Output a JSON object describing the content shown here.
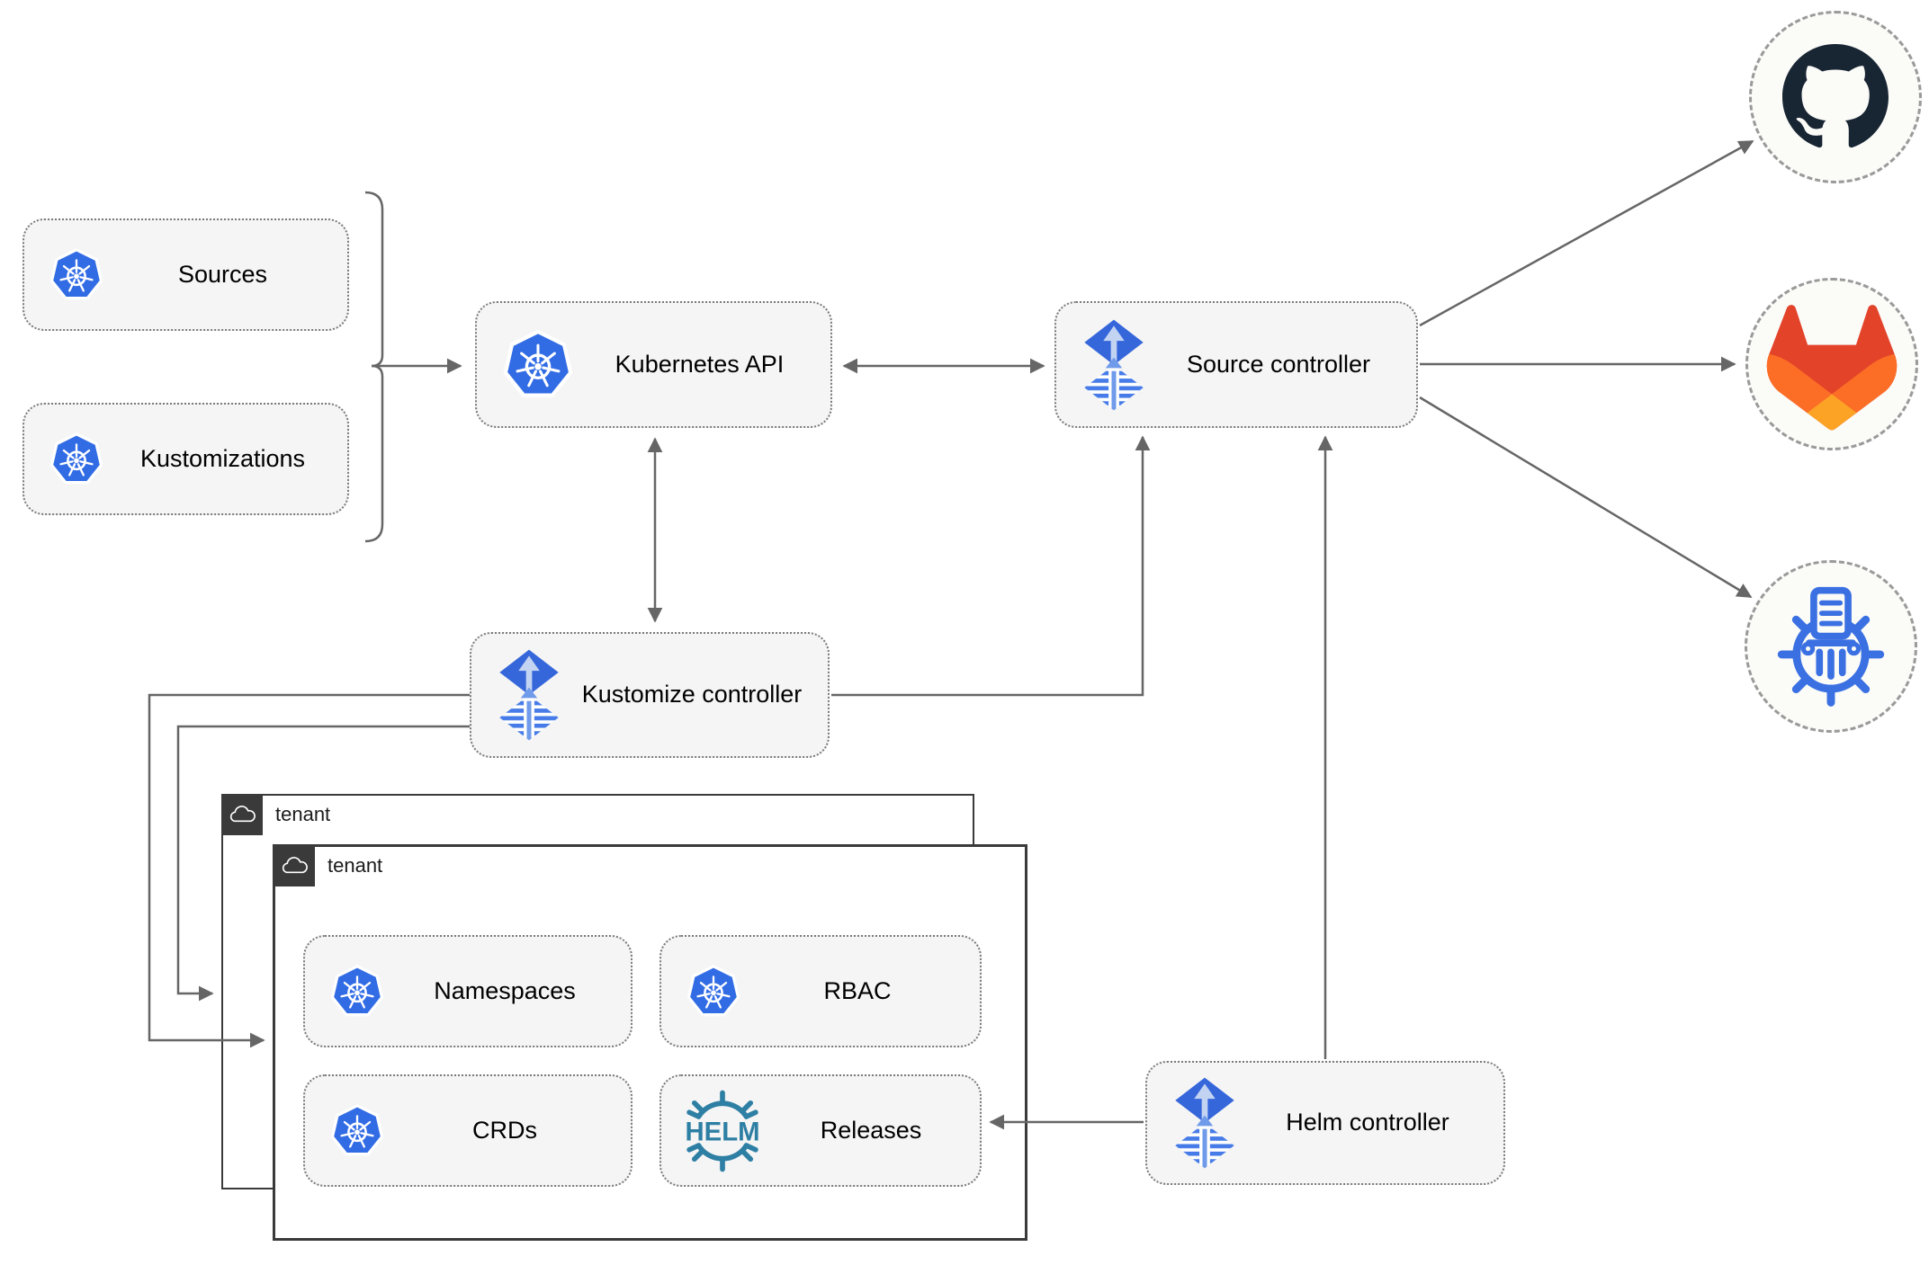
{
  "nodes": {
    "sources": {
      "label": "Sources"
    },
    "kustomizations": {
      "label": "Kustomizations"
    },
    "kubernetes_api": {
      "label": "Kubernetes API"
    },
    "source_controller": {
      "label": "Source controller"
    },
    "kustomize_controller": {
      "label": "Kustomize controller"
    },
    "helm_controller": {
      "label": "Helm controller"
    },
    "tenant_back": {
      "label": "tenant"
    },
    "tenant_front": {
      "label": "tenant"
    },
    "namespaces": {
      "label": "Namespaces"
    },
    "rbac": {
      "label": "RBAC"
    },
    "crds": {
      "label": "CRDs"
    },
    "releases": {
      "label": "Releases"
    }
  },
  "icons": {
    "helm_wordmark": "HELM",
    "kubernetes": "kubernetes-wheel-icon",
    "flux": "flux-gitops-icon",
    "helm": "helm-wheel-icon",
    "github": "github-octocat-icon",
    "gitlab": "gitlab-tanuki-icon",
    "chartmuseum": "chartmuseum-helm-repo-icon",
    "cloud": "cloud-icon"
  },
  "colors": {
    "kubernetes_blue": "#326CE5",
    "flux_blue": "#3567DB",
    "flux_light_blue": "#C3D3F2",
    "helm_teal": "#2E7FA4",
    "github_dark": "#182533",
    "gitlab_red": "#E24329",
    "gitlab_orange": "#FC6D26",
    "gitlab_yellow": "#FCA326",
    "chartmuseum_blue": "#3A70E2",
    "connector_gray": "#666666",
    "node_fill": "#F5F5F5",
    "tenant_border": "#3A3A3A"
  },
  "edges": [
    {
      "from": "sources_kustomizations_bracket",
      "to": "kubernetes_api",
      "arrow": "end"
    },
    {
      "from": "kubernetes_api",
      "to": "source_controller",
      "arrow": "both"
    },
    {
      "from": "kubernetes_api",
      "to": "kustomize_controller",
      "arrow": "both"
    },
    {
      "from": "kustomize_controller",
      "to": "source_controller",
      "arrow": "end"
    },
    {
      "from": "helm_controller",
      "to": "source_controller",
      "arrow": "end"
    },
    {
      "from": "helm_controller",
      "to": "releases",
      "arrow": "end"
    },
    {
      "from": "kustomize_controller",
      "to": "tenant_front",
      "arrow": "end"
    },
    {
      "from": "kustomize_controller",
      "to": "tenant_back",
      "arrow": "end"
    },
    {
      "from": "source_controller",
      "to": "github",
      "arrow": "end"
    },
    {
      "from": "source_controller",
      "to": "gitlab",
      "arrow": "end"
    },
    {
      "from": "source_controller",
      "to": "chartmuseum",
      "arrow": "end"
    }
  ]
}
